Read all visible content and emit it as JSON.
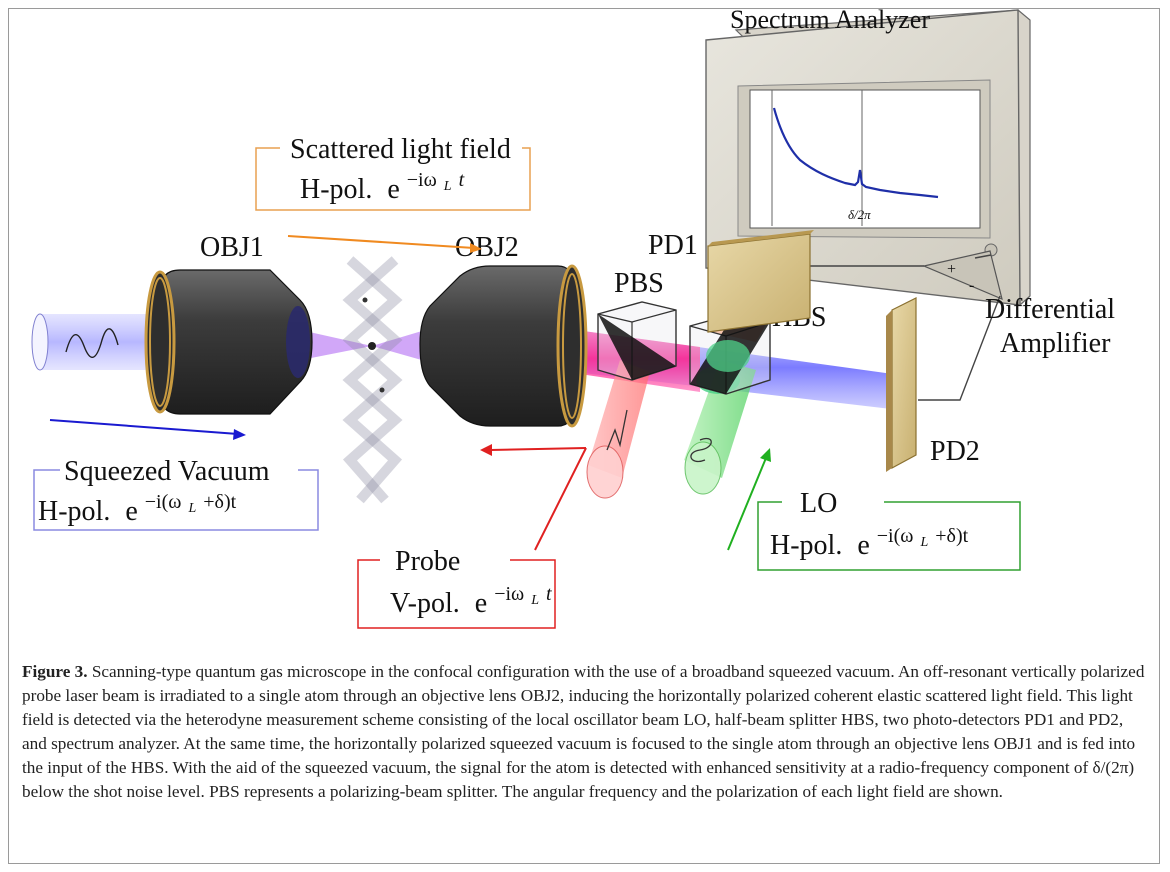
{
  "figure": {
    "labels": {
      "spectrum_analyzer": "Spectrum Analyzer",
      "spectrum_axis": "δ/2π",
      "scattered_title": "Scattered light field",
      "scattered_pol": "H-pol.",
      "scattered_exp": "e",
      "scattered_sup": "−iω",
      "scattered_sub": "L",
      "scattered_t": "t",
      "obj1": "OBJ1",
      "obj2": "OBJ2",
      "pbs": "PBS",
      "hbs": "HBS",
      "pd1": "PD1",
      "pd2": "PD2",
      "diff_amp_line1": "Differential",
      "diff_amp_line2": "Amplifier",
      "plus": "+",
      "minus": "-",
      "squeezed_title": "Squeezed Vacuum",
      "squeezed_pol": "H-pol.",
      "squeezed_exp": "e",
      "squeezed_sup": "−i(ω",
      "squeezed_sub": "L",
      "squeezed_sup2": "+δ)t",
      "probe_title": "Probe",
      "probe_pol": "V-pol.",
      "probe_exp": "e",
      "probe_sup": "−iω",
      "probe_sub": "L",
      "probe_t": "t",
      "lo_title": "LO",
      "lo_pol": "H-pol.",
      "lo_exp": "e",
      "lo_sup": "−i(ω",
      "lo_sub": "L",
      "lo_sup2": "+δ)t"
    },
    "colors": {
      "scattered_box": "#e8a050",
      "scattered_arrow": "#f08a20",
      "squeezed_box": "#8a8ae0",
      "squeezed_arrow": "#1a1ad0",
      "probe_box": "#e02020",
      "probe_arrow": "#e02020",
      "lo_box": "#30a030",
      "lo_arrow": "#20b020",
      "beam_blue": "#6a6aff",
      "beam_magenta": "#ff3fa0",
      "beam_red": "#ff8080",
      "beam_green": "#60e070"
    }
  },
  "caption": {
    "label": "Figure 3.",
    "text": " Scanning-type quantum gas microscope in the confocal configuration with the use of a broadband squeezed vacuum. An off-resonant vertically polarized probe laser beam is irradiated to a single atom through an objective lens OBJ2, inducing the horizontally polarized coherent elastic scattered light field. This light field is detected via the heterodyne measurement scheme consisting of the local oscillator beam LO, half-beam splitter HBS, two photo-detectors PD1 and PD2, and spectrum analyzer. At the same time, the horizontally polarized squeezed vacuum is focused to the single atom through an objective lens OBJ1 and is fed into the input of the HBS. With the aid of the squeezed vacuum, the signal for the atom is detected with enhanced sensitivity at a radio-frequency component of δ/(2π) below the shot noise level. PBS represents a polarizing-beam splitter. The angular frequency and the polarization of each light field are shown."
  }
}
